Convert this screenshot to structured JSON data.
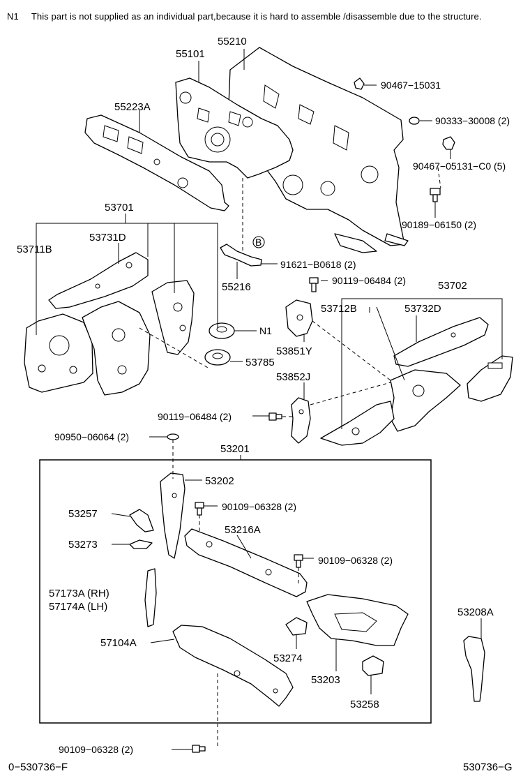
{
  "note": {
    "code": "N1",
    "text": "This part is not supplied as an individual part,because it is hard to assemble /disassemble due to the structure."
  },
  "labels": {
    "p55210": "55210",
    "p55101": "55101",
    "p90467_15031": "90467−15031",
    "p55223A": "55223A",
    "p90333": "90333−30008 (2)",
    "p90467_05131": "90467−05131−C0 (5)",
    "p90189": "90189−06150 (2)",
    "p53701": "53701",
    "p53731D": "53731D",
    "p53711B": "53711B",
    "p91621": "91621−B0618 (2)",
    "p55216": "55216",
    "p90119_a": "90119−06484 (2)",
    "p53702": "53702",
    "p53712B": "53712B",
    "p53732D": "53732D",
    "pN1": "N1",
    "p53851Y": "53851Y",
    "p53785": "53785",
    "p53852J": "53852J",
    "p90119_b": "90119−06484 (2)",
    "p90950": "90950−06064 (2)",
    "p53201": "53201",
    "p53202": "53202",
    "p90109_a": "90109−06328 (2)",
    "p53257": "53257",
    "p53216A": "53216A",
    "p53273": "53273",
    "p90109_b": "90109−06328 (2)",
    "p57173A": "57173A (RH)",
    "p57174A": "57174A (LH)",
    "p53208A": "53208A",
    "p57104A": "57104A",
    "p53274": "53274",
    "p53203": "53203",
    "p53258": "53258",
    "p90109_c": "90109−06328 (2)",
    "circleB": "B"
  },
  "footer": {
    "left": "0−530736−F",
    "right": "530736−G"
  }
}
